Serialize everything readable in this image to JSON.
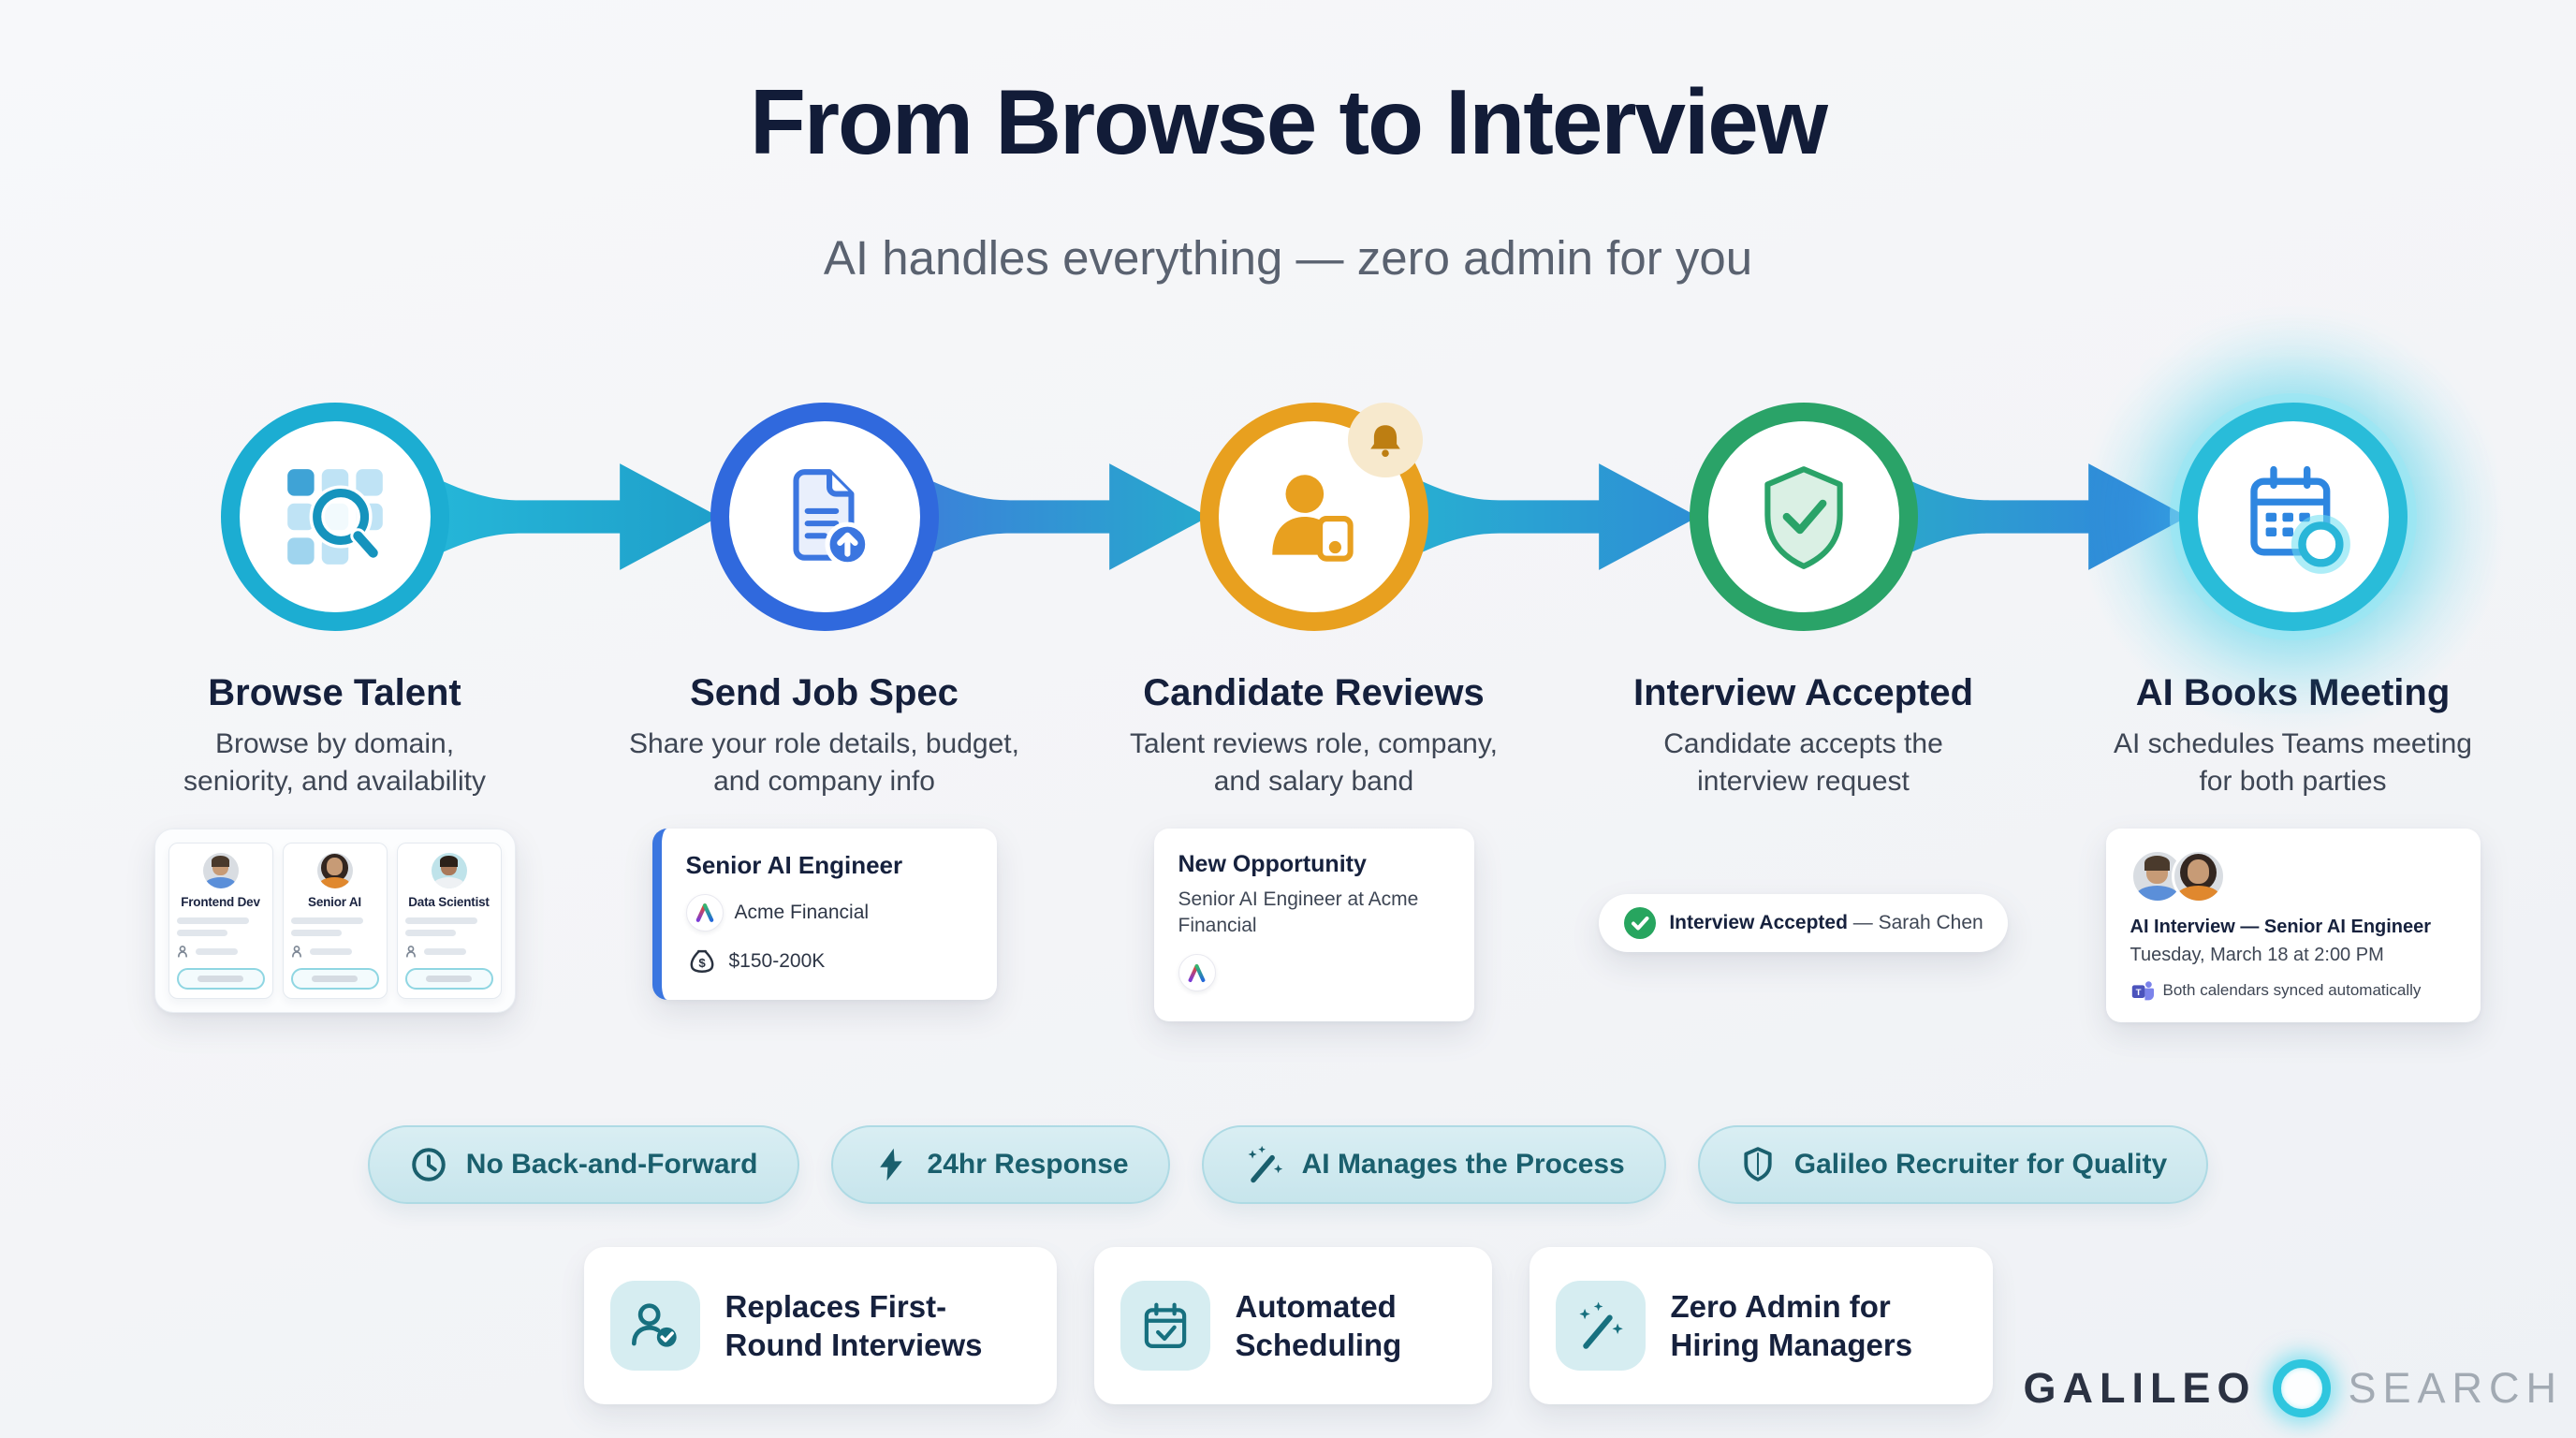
{
  "header": {
    "title": "From Browse to Interview",
    "subtitle": "AI handles everything — zero admin for you"
  },
  "steps": [
    {
      "title": "Browse Talent",
      "description": "Browse by domain, seniority, and availability",
      "icon": "grid-search-icon",
      "accent": "#1cadd2"
    },
    {
      "title": "Send Job Spec",
      "description": "Share your role details, budget, and company info",
      "icon": "document-upload-icon",
      "accent": "#3069dd"
    },
    {
      "title": "Candidate Reviews",
      "description": "Talent reviews role, company, and salary band",
      "icon": "person-review-icon",
      "badge_icon": "bell-icon",
      "accent": "#e8a01f"
    },
    {
      "title": "Interview Accepted",
      "description": "Candidate accepts the interview request",
      "icon": "shield-check-icon",
      "accent": "#2aa368"
    },
    {
      "title": "AI Books Meeting",
      "description": "AI schedules Teams meeting for both parties",
      "icon": "calendar-clock-icon",
      "accent": "#29bcd9"
    }
  ],
  "talent_panel": {
    "cards": [
      {
        "role": "Frontend Dev"
      },
      {
        "role": "Senior AI"
      },
      {
        "role": "Data Scientist"
      }
    ]
  },
  "job_spec_card": {
    "title": "Senior AI Engineer",
    "company": "Acme Financial",
    "salary": "$150-200K",
    "company_icon": "acme-logo",
    "salary_icon": "money-bag-icon"
  },
  "opportunity_card": {
    "title": "New Opportunity",
    "description": "Senior AI Engineer at Acme Financial",
    "logo_icon": "acme-logo"
  },
  "acceptance_pill": {
    "status": "Interview Accepted",
    "suffix": " — Sarah Chen",
    "icon": "check-circle-icon"
  },
  "meeting_card": {
    "title": "AI Interview — Senior AI Engineer",
    "datetime": "Tuesday, March 18 at 2:00 PM",
    "note": "Both calendars synced automatically",
    "note_icon": "teams-icon"
  },
  "benefit_pills": [
    {
      "label": "No Back-and-Forward",
      "icon": "clock-icon"
    },
    {
      "label": "24hr Response",
      "icon": "lightning-icon"
    },
    {
      "label": "AI Manages the Process",
      "icon": "magic-wand-icon"
    },
    {
      "label": "Galileo Recruiter for Quality",
      "icon": "shield-icon"
    }
  ],
  "feature_cards": [
    {
      "label": "Replaces First-Round Interviews",
      "icon": "person-check-icon"
    },
    {
      "label": "Automated Scheduling",
      "icon": "calendar-check-icon"
    },
    {
      "label": "Zero Admin for Hiring Managers",
      "icon": "magic-wand-icon"
    }
  ],
  "footer_logo": {
    "primary": "GALILEO",
    "secondary": "SEARCH"
  },
  "palette": {
    "background": "#f4f5f8",
    "heading": "#121c38",
    "subheading": "#5a6270",
    "body_text": "#3e4654",
    "teal_pill_bg": "#cfe9ee",
    "teal_dark": "#1a5f6d",
    "feature_icon_teal": "#17707f",
    "success_green": "#27a55f",
    "link_blue": "#3b76e0",
    "arrow_cyan": "#23aed3",
    "arrow_blue": "#3b82d9",
    "glow_cyan": "#67e3f4",
    "logo_dark": "#2b3242",
    "logo_gray": "#a2aab3"
  }
}
